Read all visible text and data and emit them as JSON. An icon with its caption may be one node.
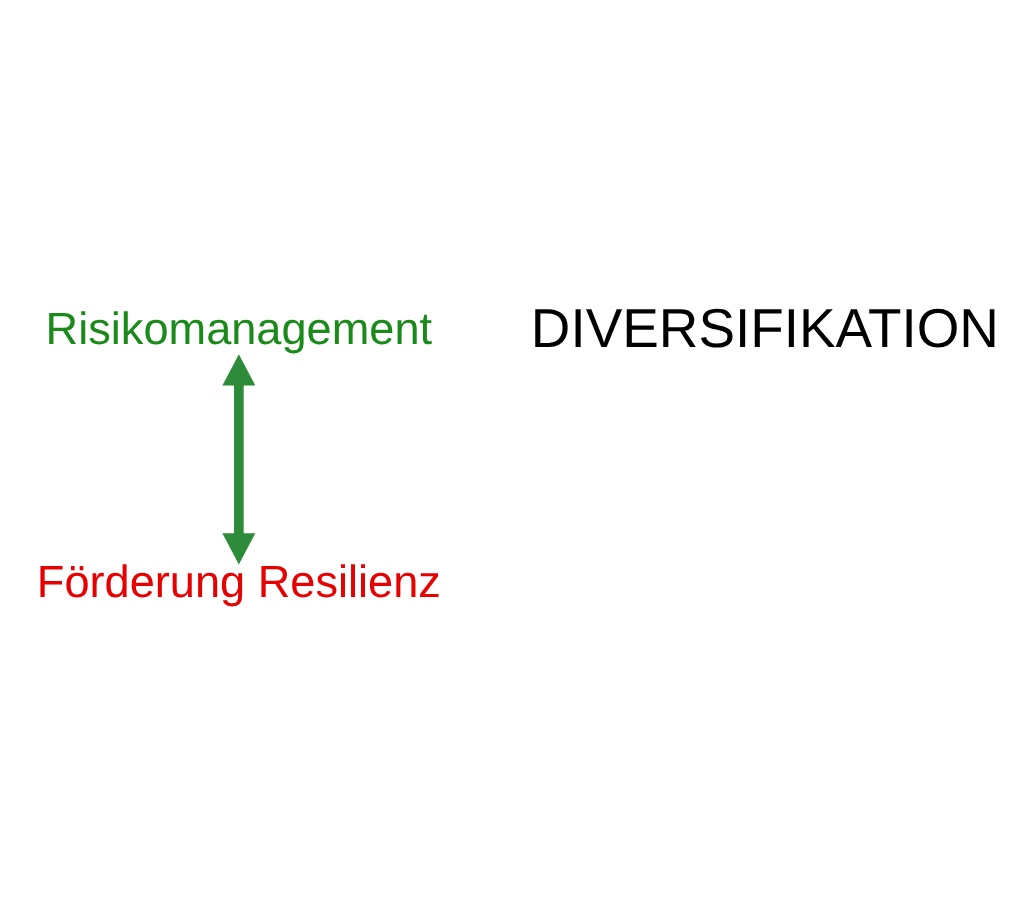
{
  "diagram": {
    "nodes": [
      {
        "text": [
          "Risikomanagement"
        ]
      },
      {
        "text": [
          "Förderung Resilienz"
        ]
      }
    ],
    "edges": [
      {
        "from": 0,
        "to": 1,
        "arrow": "both"
      }
    ],
    "labels": [
      "DIVERSIFIKATION"
    ]
  }
}
